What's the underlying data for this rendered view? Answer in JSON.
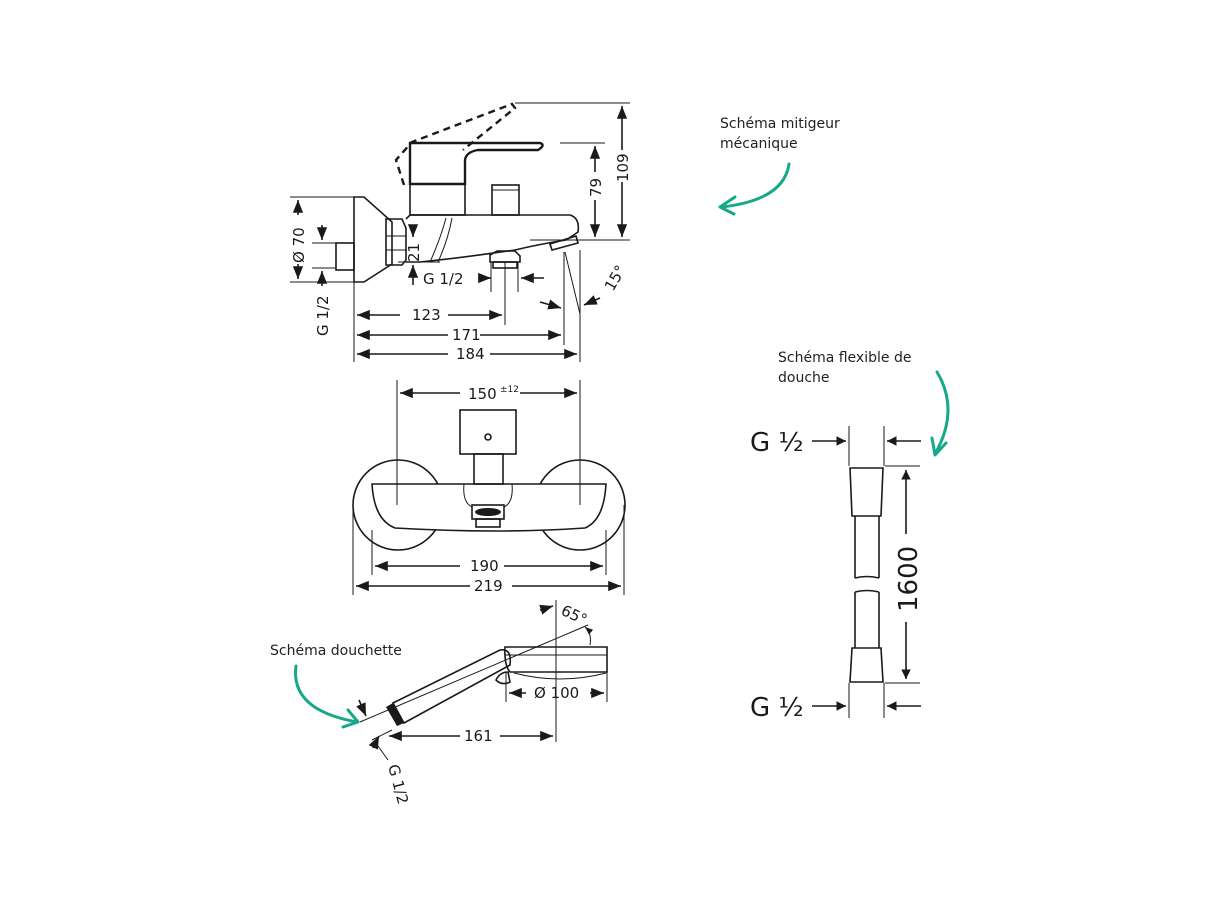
{
  "colors": {
    "line": "#1a1a1a",
    "accent": "#17a88a",
    "background": "#ffffff"
  },
  "annotations": {
    "mixer": {
      "line1": "Schéma mitigeur",
      "line2": "mécanique"
    },
    "hose": {
      "line1": "Schéma flexible de",
      "line2": "douche"
    },
    "handshower": {
      "line1": "Schéma douchette"
    }
  },
  "mixer_side": {
    "dim_109": "109",
    "dim_79": "79",
    "dim_70": "Ø 70",
    "dim_g12_left": "G 1/2",
    "dim_21": "21",
    "dim_g12_outlet": "G 1/2",
    "dim_15deg": "15°",
    "dim_123": "123",
    "dim_171": "171",
    "dim_184": "184"
  },
  "mixer_front": {
    "dim_150": "150",
    "dim_150_tol": "±12",
    "dim_190": "190",
    "dim_219": "219"
  },
  "handshower": {
    "dim_65deg": "65°",
    "dim_100": "Ø 100",
    "dim_161": "161",
    "dim_g12": "G 1/2"
  },
  "hose": {
    "dim_g12_top": "G ½",
    "dim_g12_bottom": "G ½",
    "dim_1600": "1600"
  }
}
